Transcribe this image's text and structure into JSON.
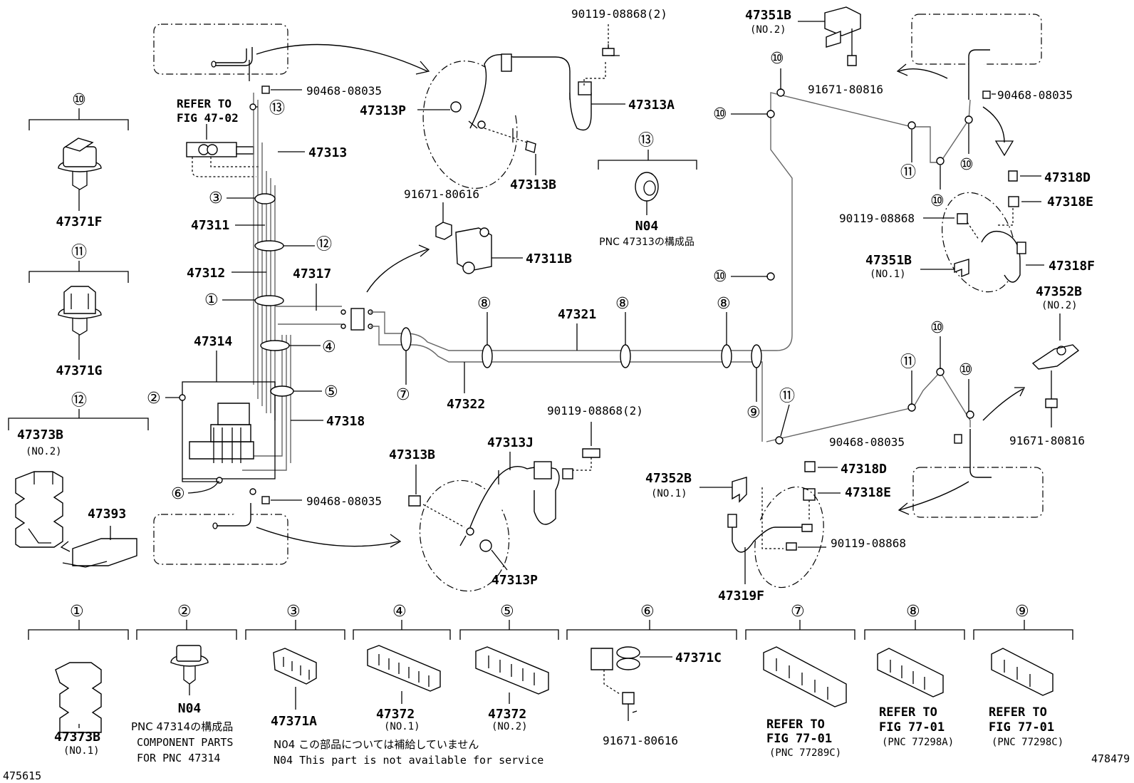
{
  "figure_ids": {
    "left": "475615",
    "right": "478479"
  },
  "parts": {
    "p90119_08868_2_top": "90119-08868(2)",
    "p90468_08035_top": "90468-08035",
    "p47313P_top": "47313P",
    "p47313A": "47313A",
    "p47313": "47313",
    "p47313B_top": "47313B",
    "refer_fig_47_02": [
      "REFER TO",
      "FIG 47-02"
    ],
    "p47371F": "47371F",
    "p47371G": "47371G",
    "p47373B_no2": "47373B",
    "p47373B_no2_sub": "(NO.2)",
    "p47393": "47393",
    "p47311": "47311",
    "p47312": "47312",
    "p47317": "47317",
    "p47314": "47314",
    "p47318": "47318",
    "p47322": "47322",
    "p47321": "47321",
    "p91671_80616_mid": "91671-80616",
    "p47311B": "47311B",
    "pN04_mid": "N04",
    "pN04_mid_note": "PNC 47313の構成品",
    "p90468_08035_bot": "90468-08035",
    "p90119_08868_2_bot": "90119-08868(2)",
    "p47313J": "47313J",
    "p47313B_bot": "47313B",
    "p47313P_bot": "47313P",
    "p47351B_no2": "47351B",
    "p47351B_no2_sub": "(NO.2)",
    "p91671_80816_top": "91671-80816",
    "p90468_08035_right": "90468-08035",
    "p47318D_top": "47318D",
    "p47318E_top": "47318E",
    "p90119_08868_right": "90119-08868",
    "p47351B_no1": "47351B",
    "p47351B_no1_sub": "(NO.1)",
    "p47318F": "47318F",
    "p47352B_no2": "47352B",
    "p47352B_no2_sub": "(NO.2)",
    "p91671_80816_bot": "91671-80816",
    "p90468_08035_rb": "90468-08035",
    "p47318D_bot": "47318D",
    "p47318E_bot": "47318E",
    "p47352B_no1": "47352B",
    "p47352B_no1_sub": "(NO.1)",
    "p90119_08868_rb": "90119-08868",
    "p47319F": "47319F"
  },
  "circled": {
    "c1": "①",
    "c2": "②",
    "c3": "③",
    "c4": "④",
    "c5": "⑤",
    "c6": "⑥",
    "c7": "⑦",
    "c8": "⑧",
    "c9": "⑨",
    "c10": "⑩",
    "c11": "⑪",
    "c12": "⑫",
    "c13": "⑬"
  },
  "bottom_row": [
    {
      "num": "①",
      "label": "47373B",
      "sub": "(NO.1)"
    },
    {
      "num": "②",
      "label": "N04",
      "notes": [
        "PNC 47314の構成品",
        "COMPONENT PARTS",
        "FOR PNC 47314"
      ]
    },
    {
      "num": "③",
      "label": "47371A"
    },
    {
      "num": "④",
      "label": "47372",
      "sub": "(NO.1)"
    },
    {
      "num": "⑤",
      "label": "47372",
      "sub": "(NO.2)"
    },
    {
      "num": "⑥",
      "label": "47371C",
      "label2": "91671-80616"
    },
    {
      "num": "⑦",
      "lines": [
        "REFER TO",
        "FIG 77-01",
        "(PNC 77289C)"
      ]
    },
    {
      "num": "⑧",
      "lines": [
        "REFER TO",
        "FIG 77-01",
        "(PNC 77298A)"
      ]
    },
    {
      "num": "⑨",
      "lines": [
        "REFER TO",
        "FIG 77-01",
        "(PNC 77298C)"
      ]
    }
  ],
  "footnotes": {
    "jp": "N04 この部品については補給していません",
    "en": "N04 This part is not available for service"
  }
}
